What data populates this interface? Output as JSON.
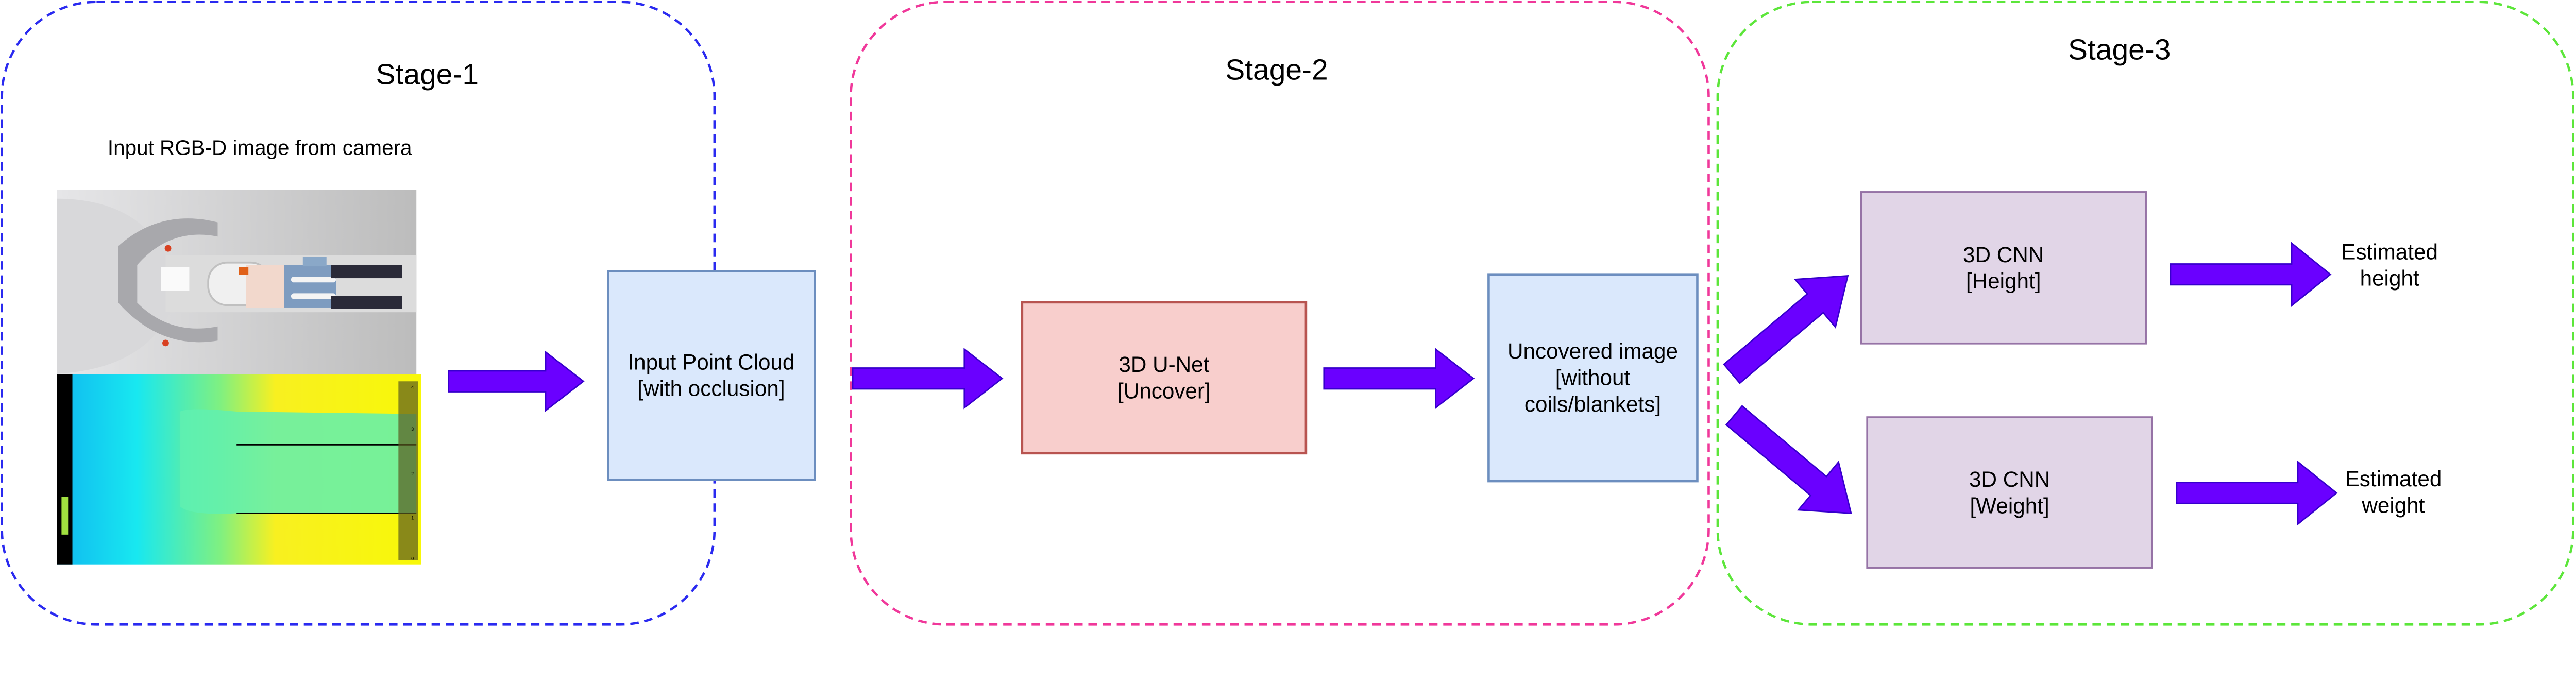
{
  "colors": {
    "stage1_border": "#2a2af0",
    "stage2_border": "#f0389a",
    "stage3_border": "#5ce63a",
    "arrow_fill": "#6a00ff",
    "arrow_stroke": "#3700cc",
    "blue_box_fill": "#dae8fc",
    "blue_box_stroke": "#6c8ebf",
    "red_box_fill": "#f8cecc",
    "red_box_stroke": "#b85450",
    "purple_box_fill": "#e1d5e7",
    "purple_box_stroke": "#9673a6"
  },
  "stages": [
    {
      "title": "Stage-1"
    },
    {
      "title": "Stage-2"
    },
    {
      "title": "Stage-3"
    }
  ],
  "input_caption": "Input RGB-D image from camera",
  "depth_colorbar_ticks": [
    "4",
    "3",
    "2",
    "1",
    "0"
  ],
  "boxes": {
    "point_cloud": {
      "lines": [
        "Input Point Cloud",
        "[with occlusion]"
      ]
    },
    "unet": {
      "lines": [
        "3D U-Net",
        "[Uncover]"
      ]
    },
    "uncovered": {
      "lines": [
        "Uncovered image",
        "[without",
        "coils/blankets]"
      ]
    },
    "cnn_height": {
      "lines": [
        "3D CNN",
        "[Height]"
      ]
    },
    "cnn_weight": {
      "lines": [
        "3D CNN",
        "[Weight]"
      ]
    }
  },
  "outputs": {
    "height": {
      "lines": [
        "Estimated",
        "height"
      ]
    },
    "weight": {
      "lines": [
        "Estimated",
        "weight"
      ]
    }
  }
}
